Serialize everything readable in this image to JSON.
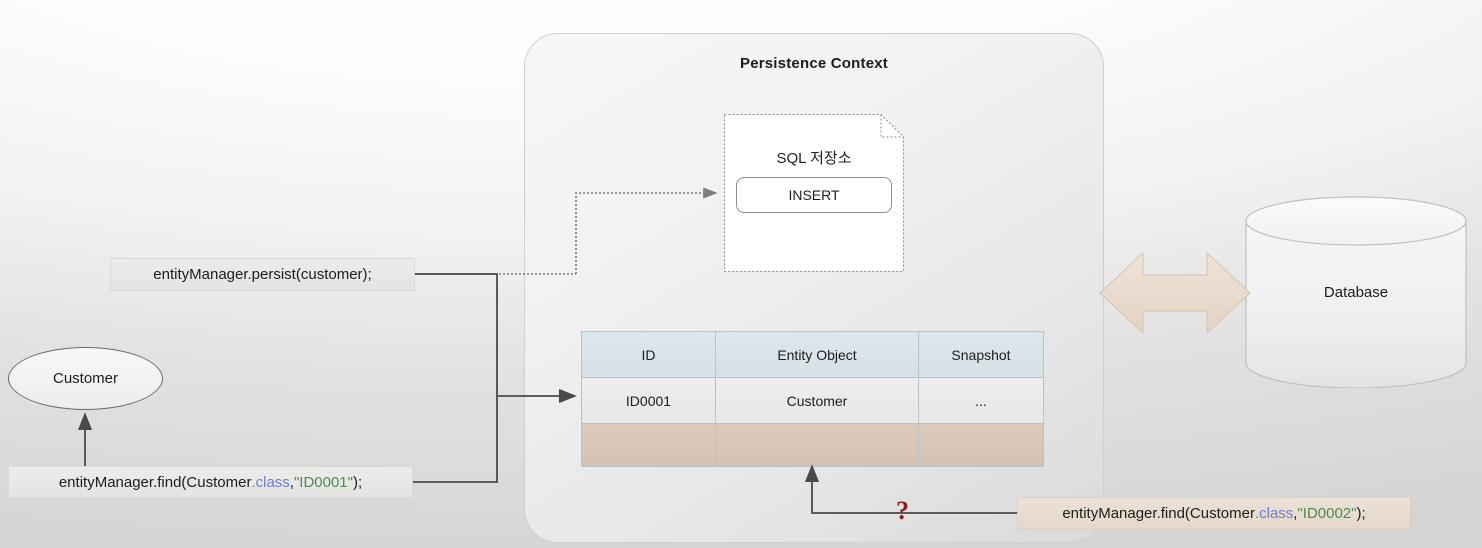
{
  "diagram": {
    "title": "Persistence Context",
    "sql_note": {
      "title": "SQL 저장소",
      "statement": "INSERT"
    },
    "entity_table": {
      "headers": [
        "ID",
        "Entity Object",
        "Snapshot"
      ],
      "rows": [
        {
          "id": "ID0001",
          "entity": "Customer",
          "snapshot": "..."
        },
        {
          "id": "",
          "entity": "",
          "snapshot": ""
        }
      ]
    },
    "database": {
      "label": "Database"
    },
    "entity_node": {
      "label": "Customer"
    },
    "code_labels": {
      "persist": {
        "full": "entityManager.persist(customer);",
        "prefix": "entityManager.persist(customer);",
        "class_token": "",
        "mid": "",
        "string_token": "",
        "suffix": ""
      },
      "find_id0001": {
        "prefix": "entityManager.find(Customer",
        "class_token": ".class",
        "mid": ", ",
        "string_token": "\"ID0001\"",
        "suffix": ");"
      },
      "find_id0002": {
        "prefix": "entityManager.find(Customer",
        "class_token": ".class",
        "mid": ", ",
        "string_token": "\"ID0002\"",
        "suffix": ");"
      }
    },
    "question_mark": "?",
    "colors": {
      "header_cell": "#dde7ec",
      "empty_row": "#ddcabb",
      "tan_arrow": "#e9dccf",
      "question_mark": "#8d2118",
      "class_token": "#6b7fc7",
      "string_token": "#4e8a4e",
      "container_border": "#cfcfcf"
    }
  }
}
